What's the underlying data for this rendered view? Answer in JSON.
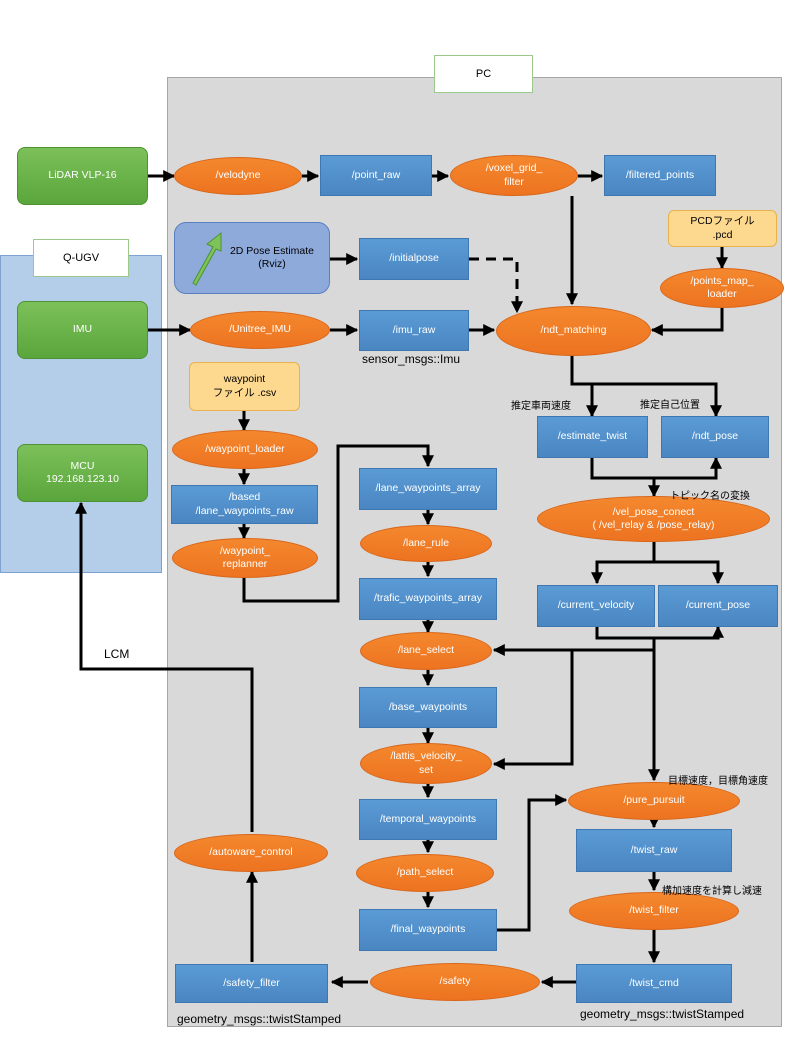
{
  "regions": {
    "pc": "PC",
    "qugv": "Q-UGV"
  },
  "hardware": {
    "lidar": "LiDAR VLP-16",
    "imu": "IMU",
    "mcu": "MCU\n192.168.123.10"
  },
  "rviz": "2D Pose Estimate\n(Rviz)",
  "files": {
    "pcd": "PCDファイル\n.pcd",
    "waypoint": "waypoint\nファイル .csv"
  },
  "nodes": {
    "velodyne": "/velodyne",
    "point_raw": "/point_raw",
    "voxel_grid_filter": "/voxel_grid_\nfilter",
    "filtered_points": "/filtered_points",
    "initialpose": "/initialpose",
    "points_map_loader": "/points_map_\nloader",
    "unitree_imu": "/Unitree_IMU",
    "imu_raw": "/imu_raw",
    "ndt_matching": "/ndt_matching",
    "estimate_twist": "/estimate_twist",
    "ndt_pose": "/ndt_pose",
    "waypoint_loader": "/waypoint_loader",
    "based_lane_waypoints_raw": "/based\n/lane_waypoints_raw",
    "waypoint_replanner": "/waypoint_\nreplanner",
    "lane_waypoints_array": "/lane_waypoints_array",
    "lane_rule": "/lane_rule",
    "trafic_waypoints_array": "/trafic_waypoints_array",
    "vel_pose_conect": "/vel_pose_conect\n( /vel_relay & /pose_relay)",
    "current_velocity": "/current_velocity",
    "current_pose": "/current_pose",
    "lane_select": "/lane_select",
    "base_waypoints": "/base_waypoints",
    "lattis_velocity_set": "/lattis_velocity_\nset",
    "temporal_waypoints": "/temporal_waypoints",
    "path_select": "/path_select",
    "final_waypoints": "/final_waypoints",
    "pure_pursuit": "/pure_pursuit",
    "twist_raw": "/twist_raw",
    "twist_filter": "/twist_filter",
    "twist_cmd": "/twist_cmd",
    "safety": "/safety",
    "safety_filter": "/safety_filter",
    "autoware_control": "/autoware_control"
  },
  "labels": {
    "sensor_msgs_imu": "sensor_msgs::Imu",
    "estimated_velocity": "推定車両速度",
    "estimated_position": "推定自己位置",
    "topic_rename": "トピック名の変換",
    "target_velocity": "目標速度，目標角速度",
    "accel_decel": "構加速度を計算し減速",
    "lcm": "LCM",
    "geometry_msgs_left": "geometry_msgs::twistStamped",
    "geometry_msgs_right": "geometry_msgs::twistStamped"
  }
}
